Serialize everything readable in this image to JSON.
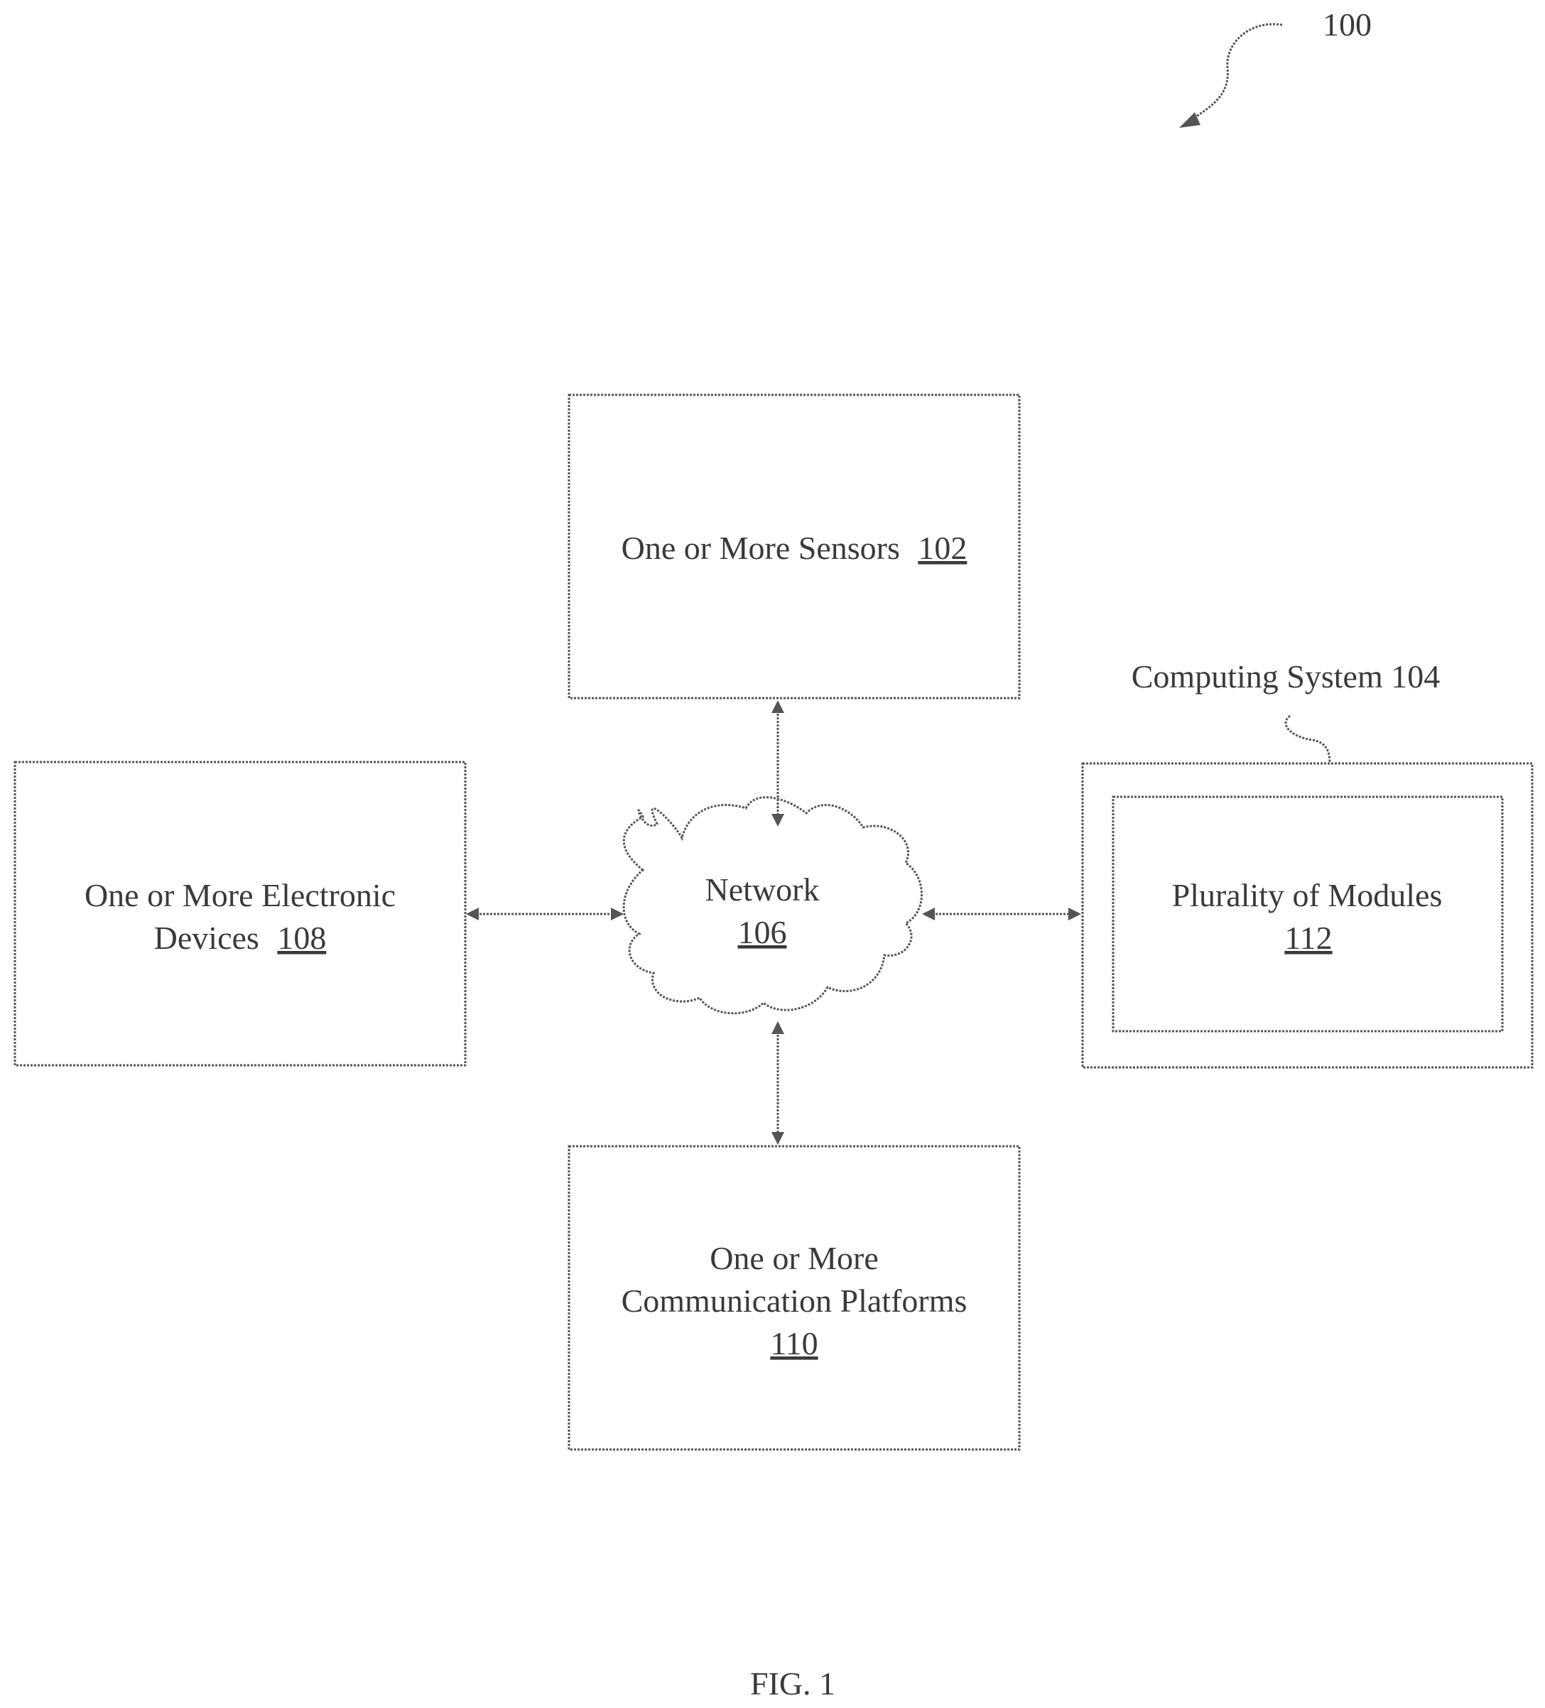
{
  "figure_ref": "100",
  "sensors": {
    "label": "One or More Sensors",
    "ref": "102"
  },
  "computing_system": {
    "label": "Computing System 104"
  },
  "modules": {
    "label": "Plurality of Modules",
    "ref": "112"
  },
  "electronic_devices": {
    "label_line1": "One or More Electronic",
    "label_line2": "Devices",
    "ref": "108"
  },
  "network": {
    "label": "Network",
    "ref": "106"
  },
  "communication_platforms": {
    "label_line1": "One or More",
    "label_line2": "Communication Platforms",
    "ref": "110"
  },
  "caption": "FIG. 1",
  "connections": [
    {
      "from": "sensors",
      "to": "network",
      "direction": "bidirectional"
    },
    {
      "from": "electronic_devices",
      "to": "network",
      "direction": "bidirectional"
    },
    {
      "from": "network",
      "to": "computing_system",
      "direction": "bidirectional"
    },
    {
      "from": "network",
      "to": "communication_platforms",
      "direction": "bidirectional"
    }
  ]
}
